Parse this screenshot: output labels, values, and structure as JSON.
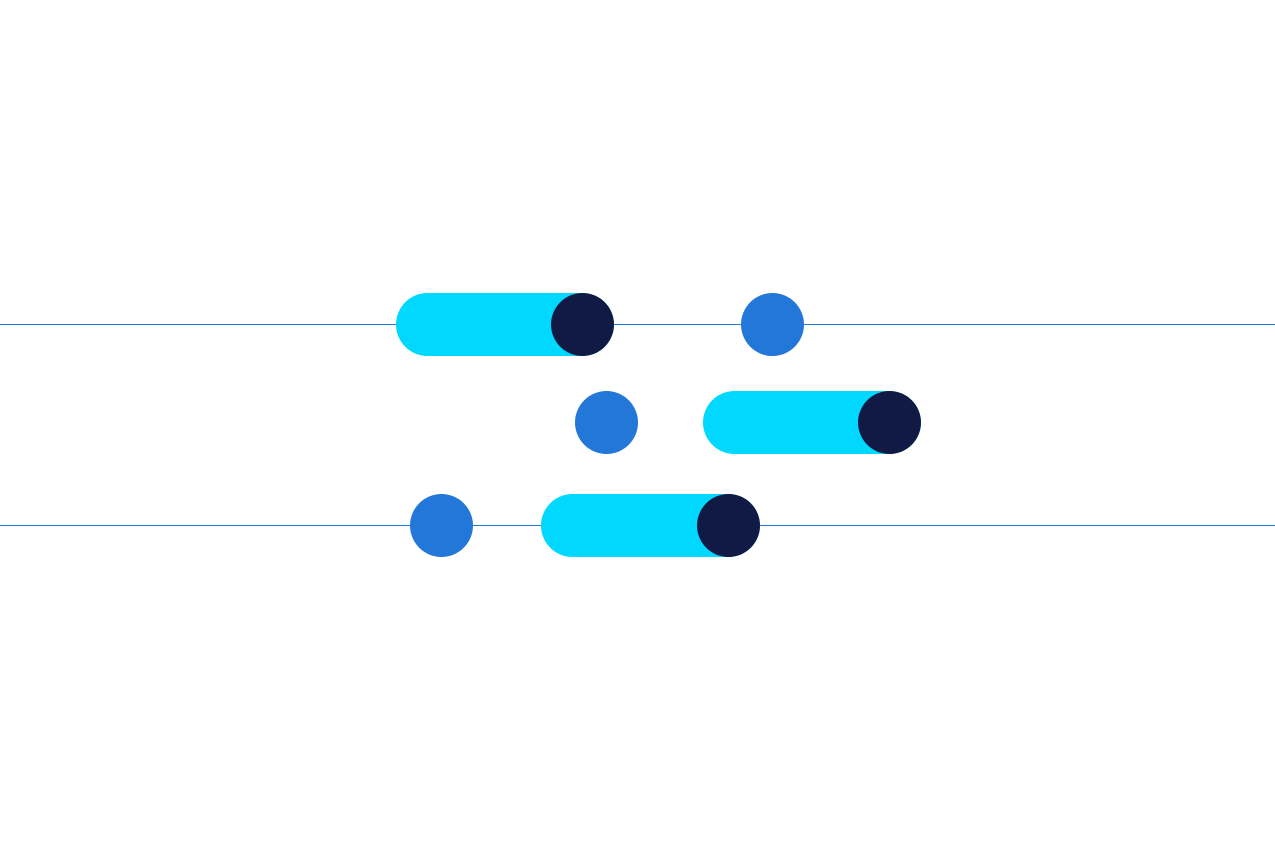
{
  "colors": {
    "background": "#ffffff",
    "line": "#2277d9",
    "pill": "#00d8ff",
    "knob": "#101a45",
    "dot": "#2277d9"
  },
  "rows": [
    {
      "order": [
        "toggle",
        "dot"
      ],
      "state": "on"
    },
    {
      "order": [
        "dot",
        "toggle"
      ],
      "state": "on"
    },
    {
      "order": [
        "dot",
        "toggle"
      ],
      "state": "on"
    }
  ]
}
